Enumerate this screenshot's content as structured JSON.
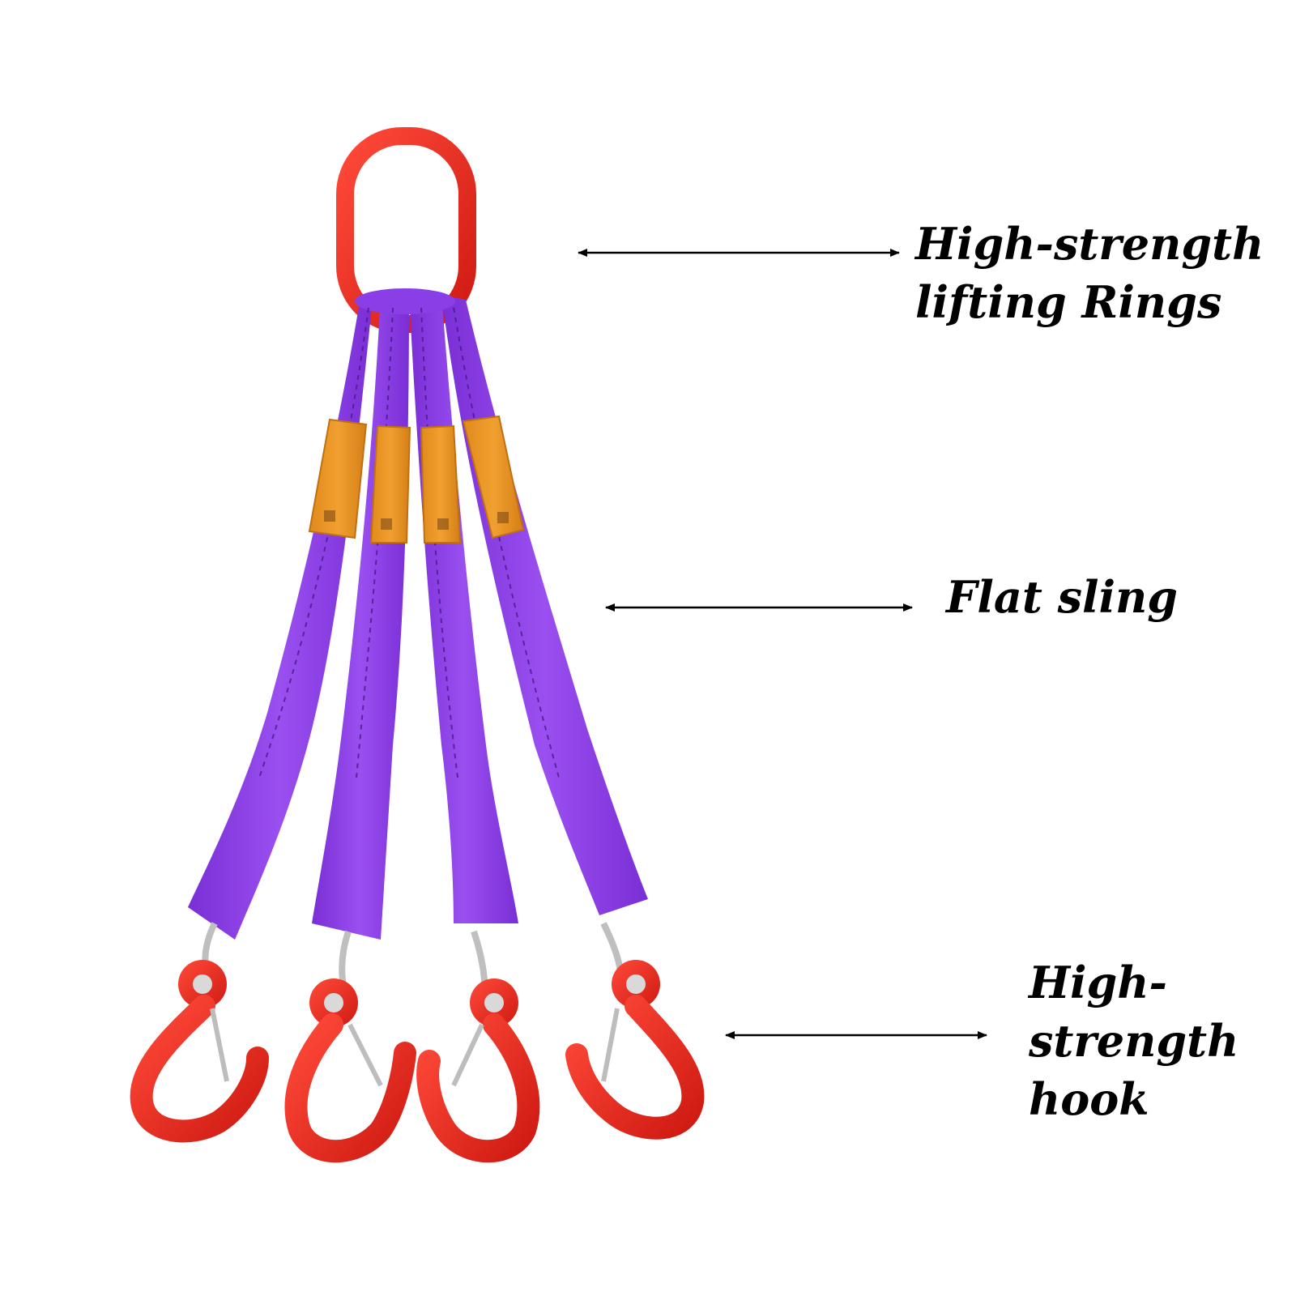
{
  "labels": {
    "ring": {
      "lines": [
        "High-strength",
        "lifting Rings"
      ]
    },
    "sling": {
      "lines": [
        "Flat sling"
      ]
    },
    "hook": {
      "lines": [
        "High-",
        "strength",
        "hook"
      ]
    }
  },
  "colors": {
    "background": "#ffffff",
    "ring_red": "#e8261e",
    "sling_purple": "#8b3fe3",
    "label_orange": "#e8911f",
    "text": "#000000",
    "steel": "#c9c9c9"
  }
}
